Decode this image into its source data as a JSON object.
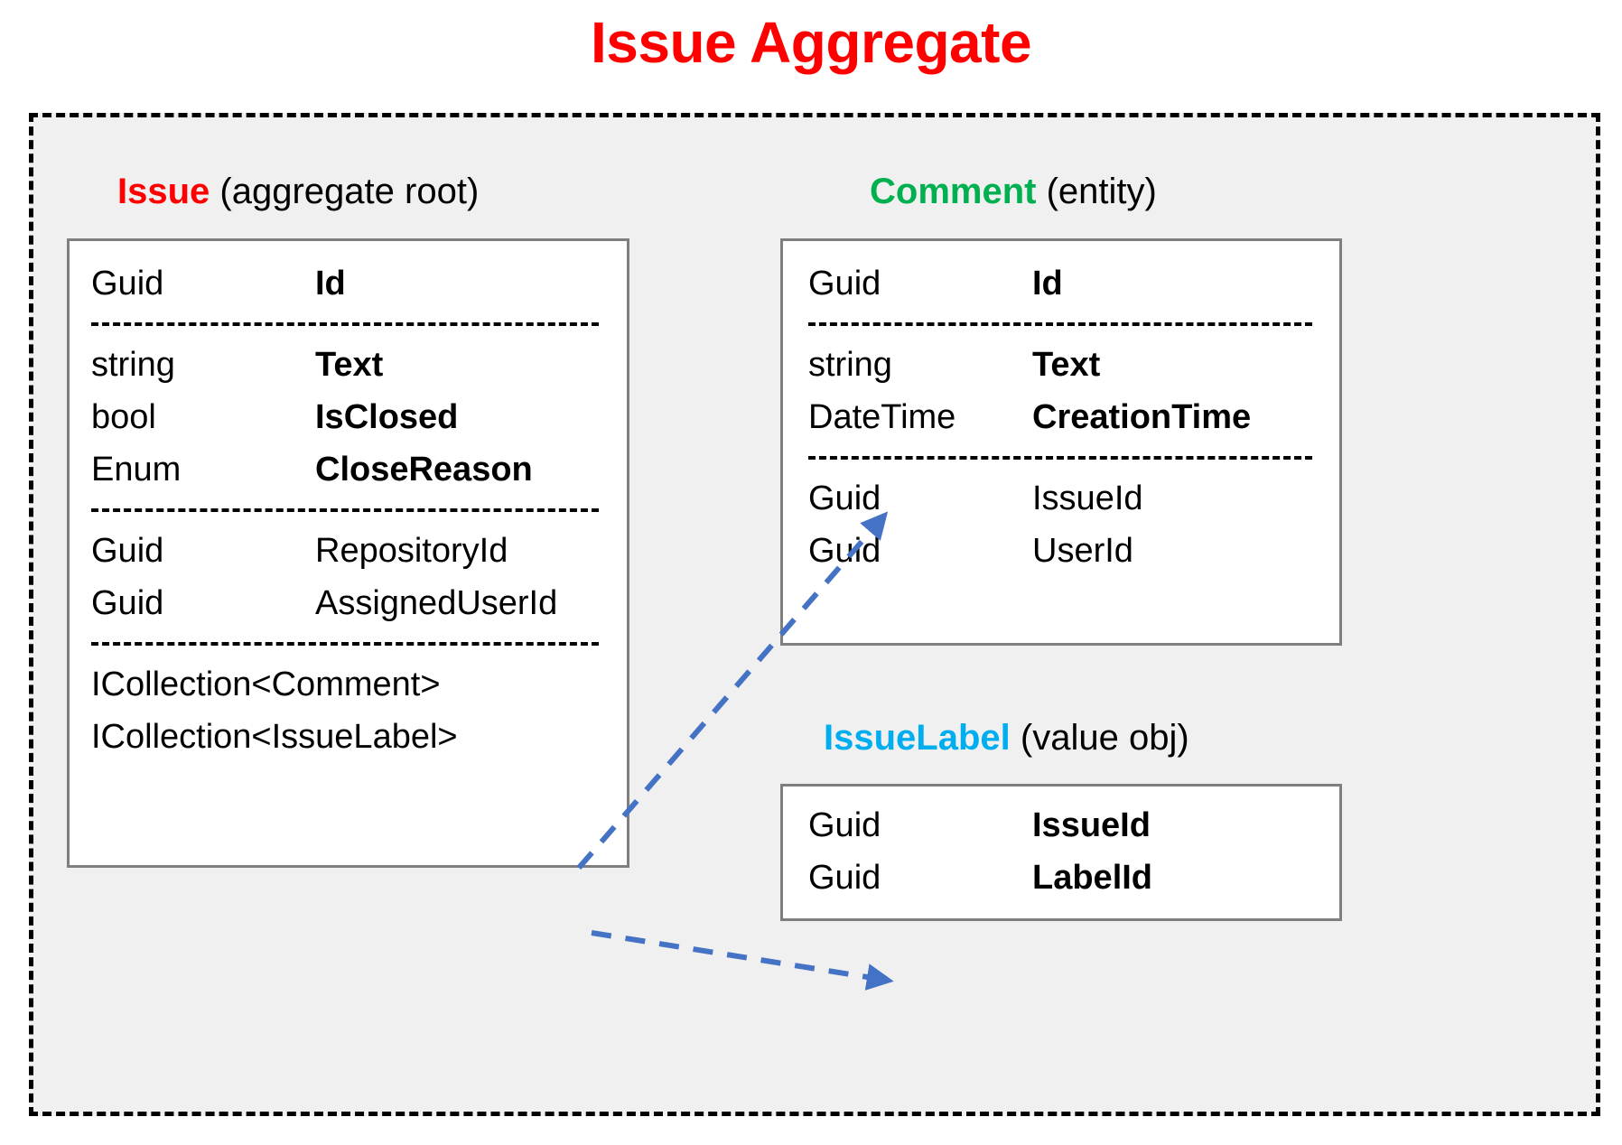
{
  "title": "Issue Aggregate",
  "colors": {
    "title": "#FF0000",
    "issue": "#FF0000",
    "comment": "#00B050",
    "issuelabel": "#00AEEF",
    "arrow": "#4472C4",
    "boundary": "#000000",
    "box_border": "#7F7F7F",
    "boundary_fill": "#F0F0F0"
  },
  "entities": {
    "issue": {
      "name": "Issue",
      "kind": "(aggregate root)",
      "groups": [
        {
          "rows": [
            {
              "type": "Guid",
              "member": "Id",
              "bold": true
            }
          ]
        },
        {
          "rows": [
            {
              "type": "string",
              "member": "Text",
              "bold": true
            },
            {
              "type": "bool",
              "member": "IsClosed",
              "bold": true
            },
            {
              "type": "Enum",
              "member": "CloseReason",
              "bold": true
            }
          ]
        },
        {
          "rows": [
            {
              "type": "Guid",
              "member": "RepositoryId",
              "bold": false
            },
            {
              "type": "Guid",
              "member": "AssignedUserId",
              "bold": false
            }
          ]
        },
        {
          "rows": [
            {
              "type": "ICollection<Comment>",
              "member": "",
              "bold": false
            },
            {
              "type": "ICollection<IssueLabel>",
              "member": "",
              "bold": false
            }
          ]
        }
      ]
    },
    "comment": {
      "name": "Comment",
      "kind": "(entity)",
      "groups": [
        {
          "rows": [
            {
              "type": "Guid",
              "member": "Id",
              "bold": true
            }
          ]
        },
        {
          "rows": [
            {
              "type": "string",
              "member": "Text",
              "bold": true
            },
            {
              "type": "DateTime",
              "member": "CreationTime",
              "bold": true
            }
          ]
        },
        {
          "rows": [
            {
              "type": "Guid",
              "member": "IssueId",
              "bold": false
            },
            {
              "type": "Guid",
              "member": "UserId",
              "bold": false
            }
          ]
        }
      ]
    },
    "issuelabel": {
      "name": "IssueLabel",
      "kind": "(value obj)",
      "groups": [
        {
          "rows": [
            {
              "type": "Guid",
              "member": "IssueId",
              "bold": true
            },
            {
              "type": "Guid",
              "member": "LabelId",
              "bold": true
            }
          ]
        }
      ]
    }
  },
  "relations": [
    {
      "from": "ICollection<Comment>",
      "to": "Comment",
      "style": "dashed-arrow"
    },
    {
      "from": "ICollection<IssueLabel>",
      "to": "IssueLabel",
      "style": "dashed-arrow"
    }
  ]
}
